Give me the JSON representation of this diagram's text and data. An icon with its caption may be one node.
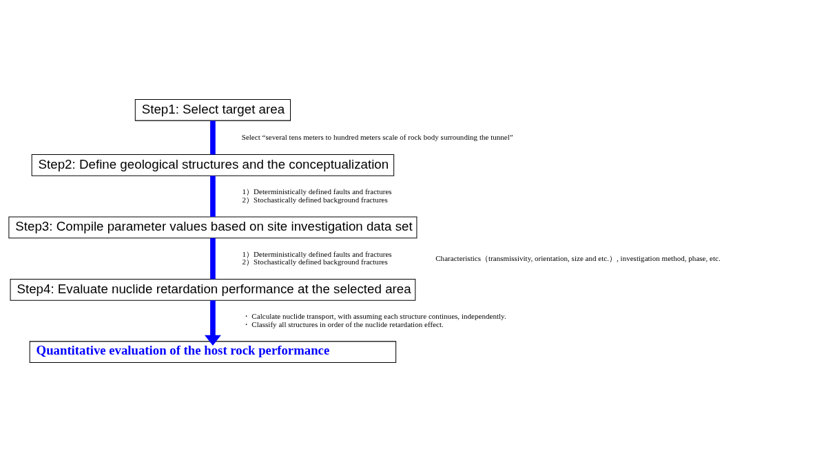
{
  "diagram": {
    "nodes": [
      {
        "text": [
          "Step1: Select target area"
        ]
      },
      {
        "text": [
          "Step2: Define geological structures and the conceptualization"
        ]
      },
      {
        "text": [
          "Step3: Compile parameter values based on site investigation data set"
        ]
      },
      {
        "text": [
          "Step4: Evaluate nuclide retardation performance at the selected area"
        ]
      },
      {
        "text": [
          "Quantitative evaluation of the host rock performance"
        ]
      }
    ],
    "edges": [
      {
        "from": 0,
        "to": 1,
        "arrow": "none"
      },
      {
        "from": 1,
        "to": 2,
        "arrow": "none"
      },
      {
        "from": 2,
        "to": 3,
        "arrow": "none"
      },
      {
        "from": 3,
        "to": 4,
        "arrow": "to"
      }
    ],
    "labels": [
      "Select “several tens meters to hundred meters scale of rock body surrounding the tunnel”",
      "1）Deterministically defined faults and fractures",
      "2）Stochastically defined background fractures",
      "1）Deterministically defined faults and fractures",
      "2）Stochastically defined background fractures",
      "Characteristics（transmissivity, orientation, size and etc.）, investigation method, phase, etc.",
      "・ Calculate nuclide transport, with assuming each structure continues, independently.",
      "・ Classify all structures in order of the nuclide retardation effect."
    ]
  }
}
